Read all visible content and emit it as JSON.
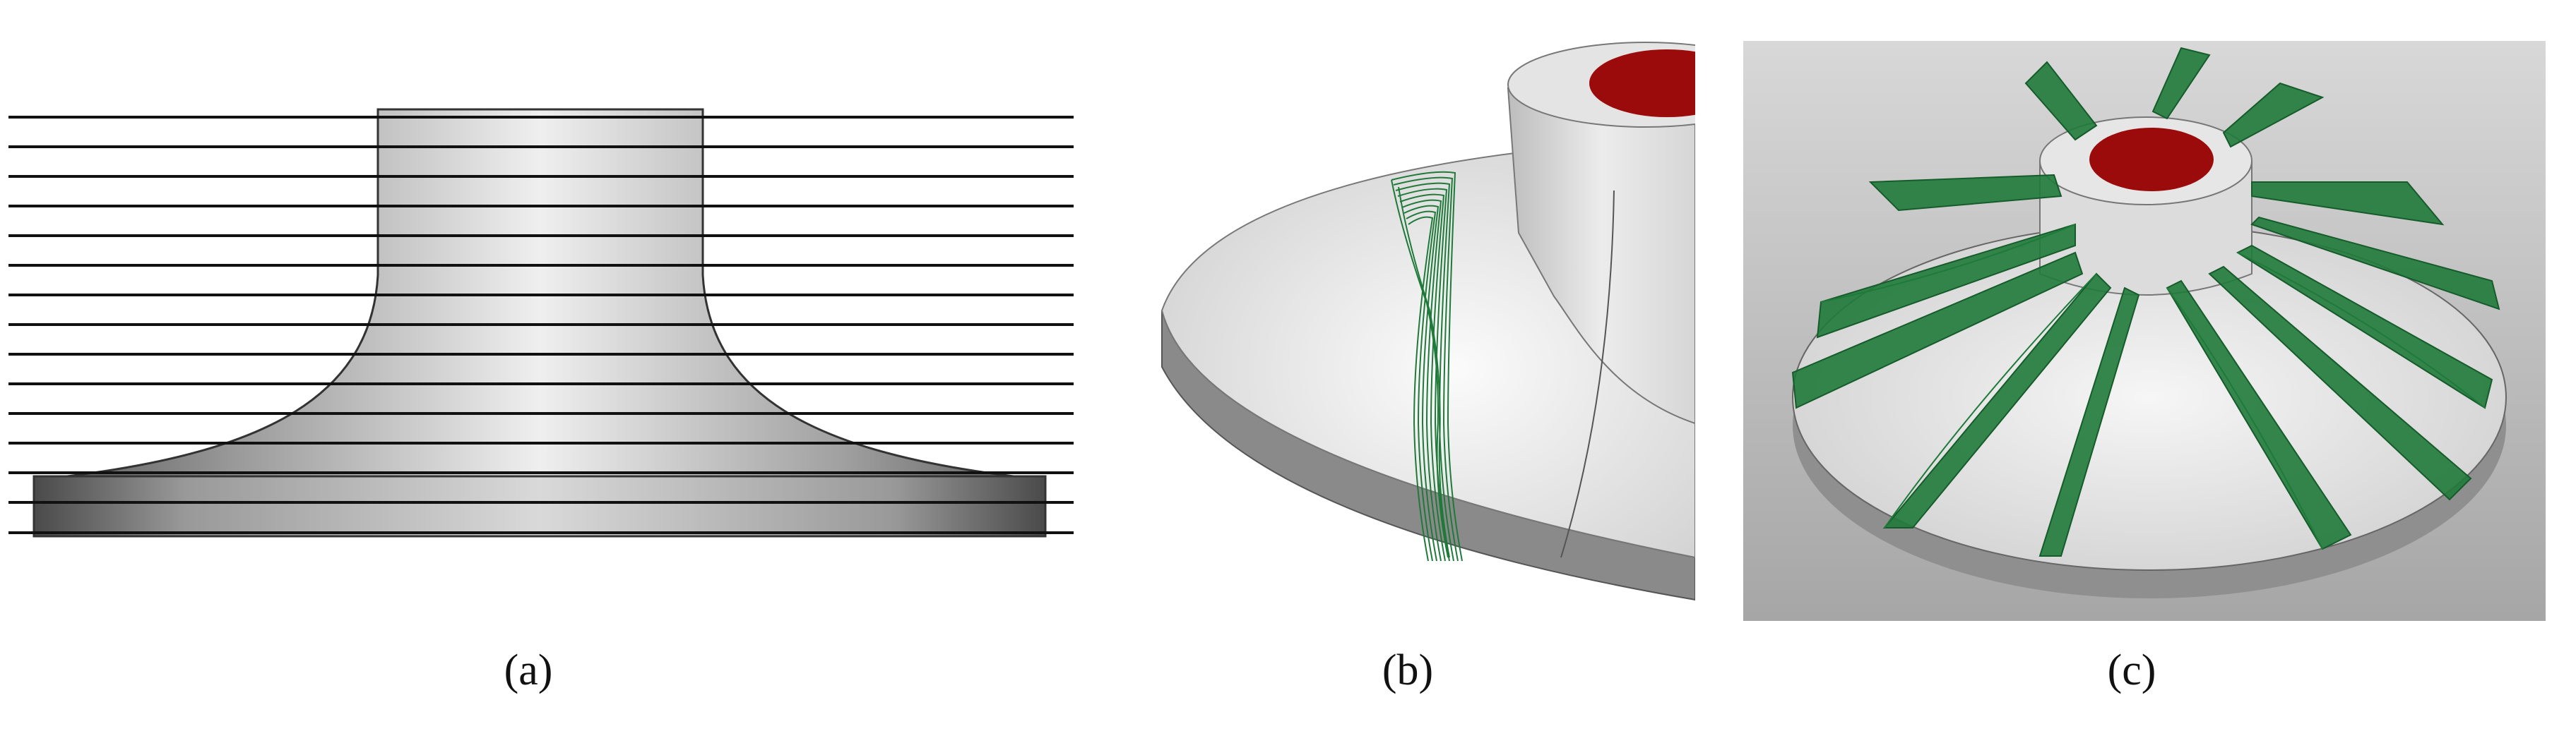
{
  "figure": {
    "panels": [
      {
        "caption": "(a)"
      },
      {
        "caption": "(b)"
      },
      {
        "caption": "(c)"
      }
    ],
    "colors": {
      "hub_inner": "#9b0b0b",
      "blade_lines": "#1f7a3a",
      "section_lines": "#111111",
      "solid_light": "#e6e6e6",
      "solid_dark": "#8c8c8c",
      "panel_c_background": "#b8b8b8"
    }
  }
}
